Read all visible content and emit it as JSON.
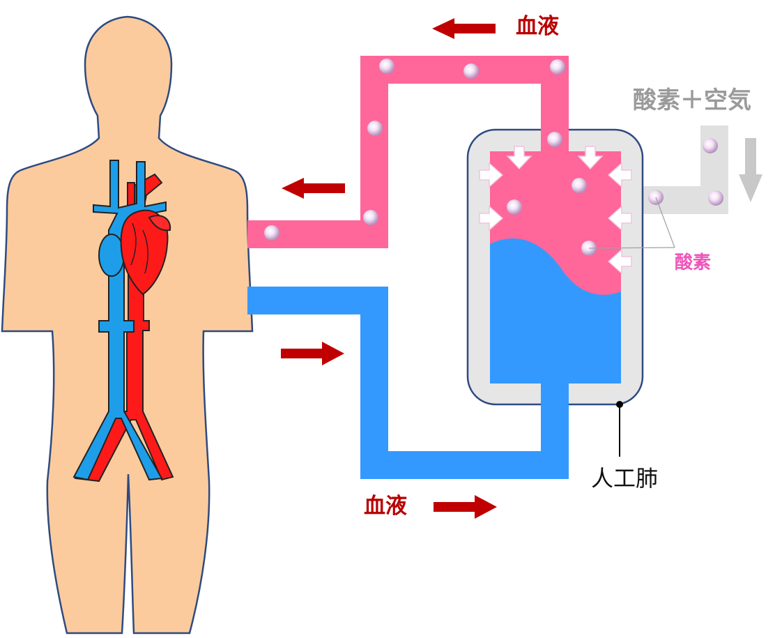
{
  "labels": {
    "blood_top": "血液",
    "blood_bottom": "血液",
    "oxygen_air": "酸素＋空気",
    "oxygen": "酸素",
    "artificial_lung": "人工肺"
  },
  "icons": {
    "flow_arrow": "right-arrow-icon",
    "gas_arrow": "down-arrow-icon",
    "oxygen_particle": "oxygen-molecule-icon"
  },
  "colors": {
    "oxygenated_blood": "#ff6699",
    "deoxygenated_blood": "#3399ff",
    "arrow": "#c00000",
    "gas_tube": "#e0e0e0",
    "lung_body": "#e6e6e6",
    "skin": "#fbcb9d",
    "oxygen_label": "#ee55bb",
    "gas_label": "#9a9a9a"
  }
}
